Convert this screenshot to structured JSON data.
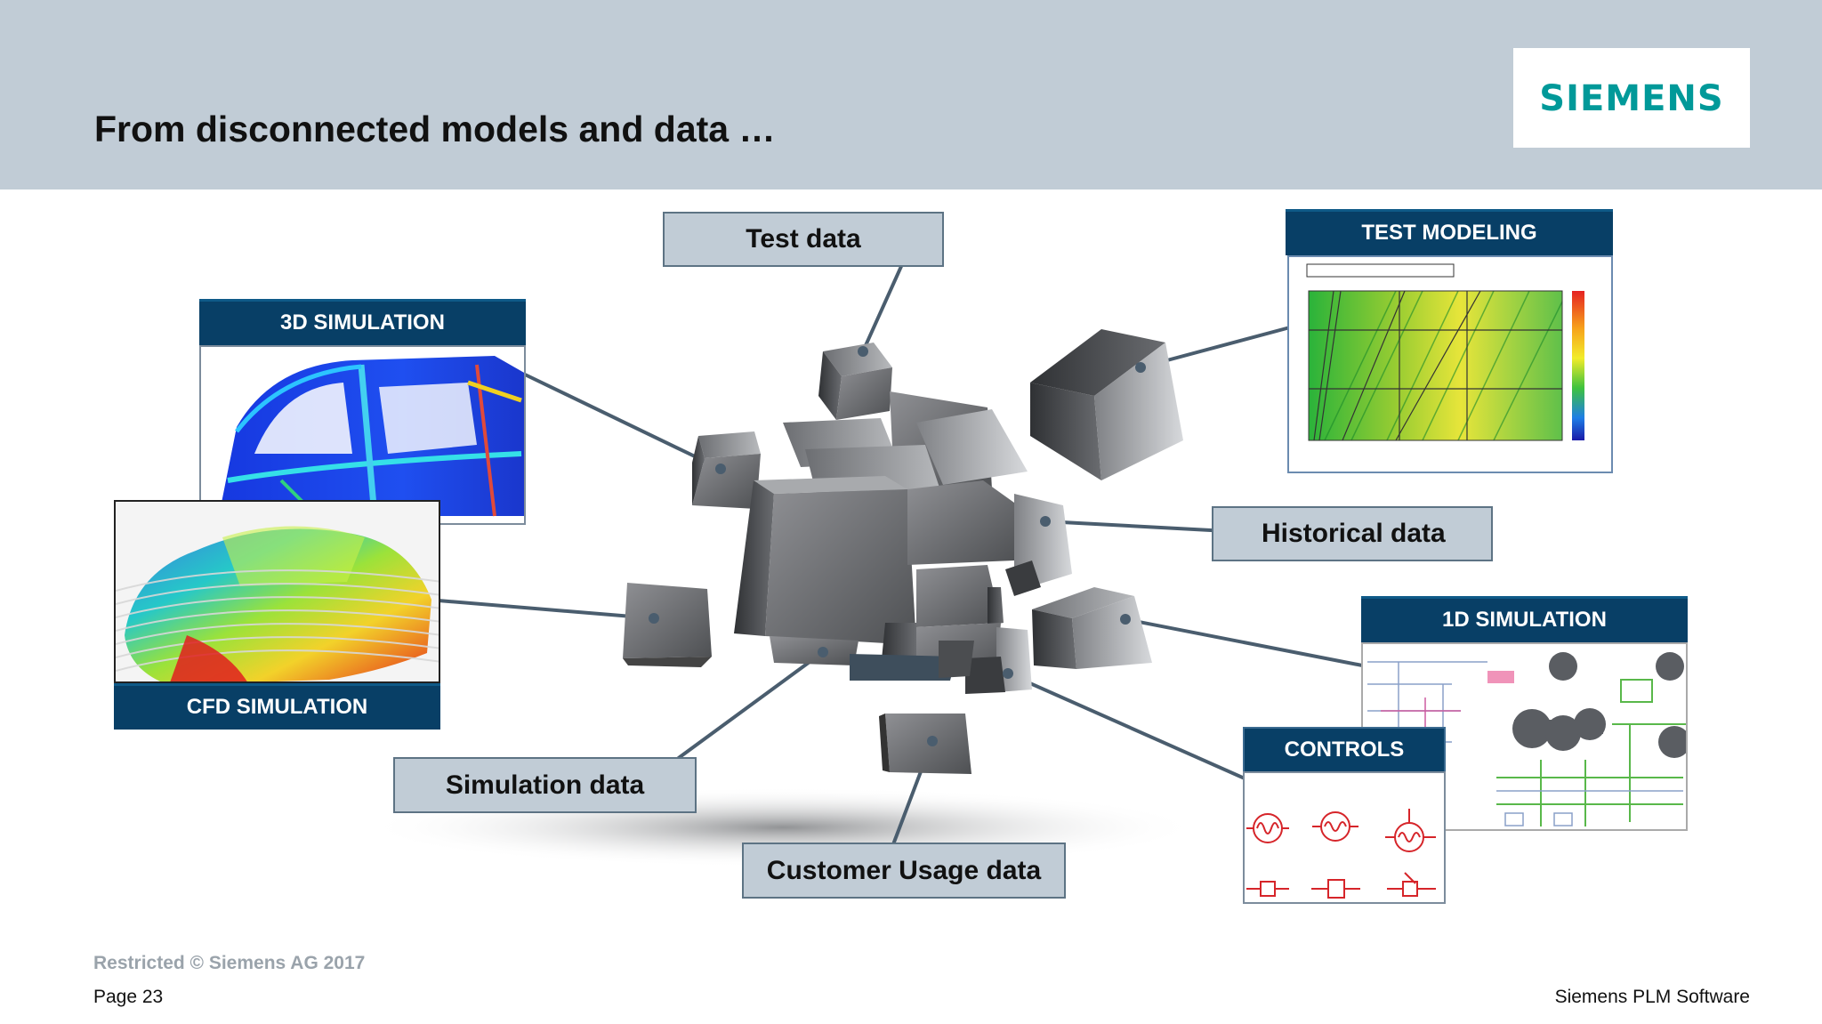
{
  "slide": {
    "title": "From disconnected models and data …"
  },
  "logo": {
    "text": "SIEMENS"
  },
  "labels": {
    "test_data": "Test data",
    "historical_data": "Historical data",
    "simulation_data": "Simulation data",
    "customer_usage_data": "Customer Usage data"
  },
  "panels": {
    "sim_3d": "3D SIMULATION",
    "cfd": "CFD SIMULATION",
    "test_modeling": "TEST MODELING",
    "sim_1d": "1D SIMULATION",
    "controls": "CONTROLS"
  },
  "footer": {
    "restricted": "Restricted © Siemens AG 2017",
    "page": "Page 23",
    "company": "Siemens PLM Software"
  },
  "colors": {
    "header_bg": "#c1ccd6",
    "label_bg": "#c1ccd6",
    "panel_head": "#083f66",
    "logo": "#009999",
    "connector": "#4a5d6e"
  }
}
